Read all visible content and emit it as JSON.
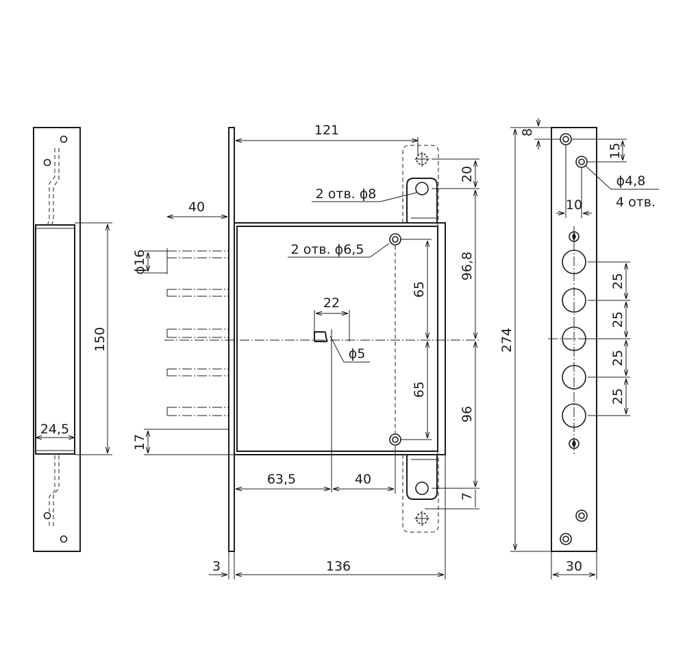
{
  "dimensions": {
    "d121": "121",
    "d40_top": "40",
    "d20": "20",
    "holes_8": "2 отв. ϕ8",
    "holes_6_5": "2 отв. ϕ6,5",
    "d96_8": "96,8",
    "d65_upper": "65",
    "d65_lower": "65",
    "d96": "96",
    "d22": "22",
    "d5": "ϕ5",
    "d16": "ϕ16",
    "d17": "17",
    "d63_5": "63,5",
    "d40_bottom": "40",
    "d7": "7",
    "d3": "3",
    "d136": "136",
    "d150": "150",
    "d24_5": "24,5",
    "d274": "274",
    "d8": "8",
    "d15": "15",
    "d4_8": "ϕ4,8",
    "holes_4": "4 отв.",
    "d10": "10",
    "d25_1": "25",
    "d25_2": "25",
    "d25_3": "25",
    "d25_4": "25",
    "d30": "30"
  }
}
